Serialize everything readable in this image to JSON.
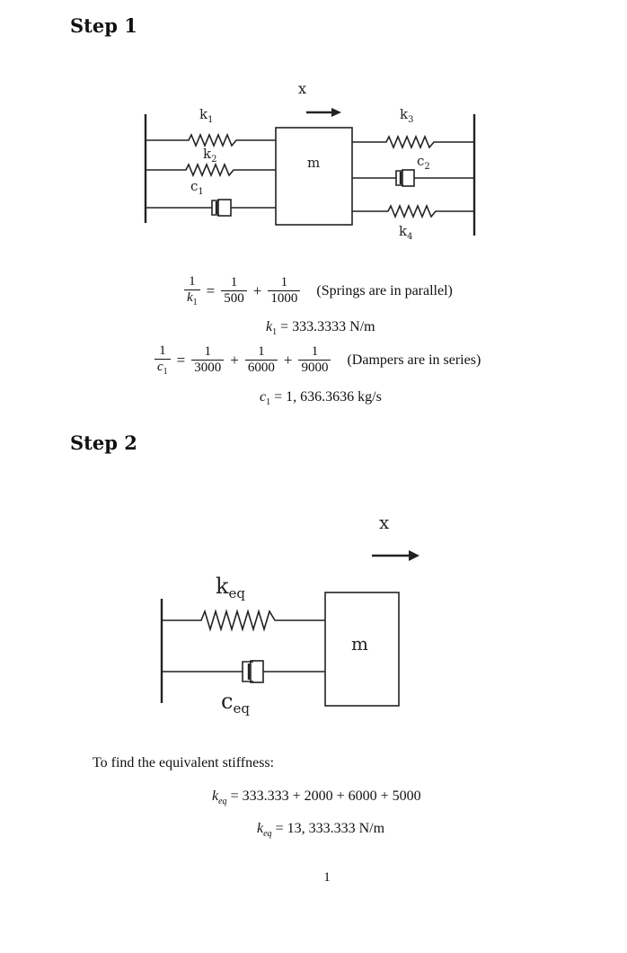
{
  "step1": {
    "heading": "Step 1",
    "diagram": {
      "displacement_label": "x",
      "mass_label": "m",
      "k1_label": "k",
      "k1_sub": "1",
      "k2_label": "k",
      "k2_sub": "2",
      "c1_label": "c",
      "c1_sub": "1",
      "k3_label": "k",
      "k3_sub": "3",
      "c2_label": "c",
      "c2_sub": "2",
      "k4_label": "k",
      "k4_sub": "4"
    },
    "eq_springs": {
      "lhs_num": "1",
      "lhs_den_var": "k",
      "lhs_den_sub": "1",
      "eq": "=",
      "t1_num": "1",
      "t1_den": "500",
      "plus": "+",
      "t2_num": "1",
      "t2_den": "1000",
      "note": "(Springs are in parallel)"
    },
    "k1_result": {
      "var": "k",
      "sub": "1",
      "rhs": "= 333.3333 N/m"
    },
    "eq_dampers": {
      "lhs_num": "1",
      "lhs_den_var": "c",
      "lhs_den_sub": "1",
      "eq": "=",
      "t1_num": "1",
      "t1_den": "3000",
      "plus1": "+",
      "t2_num": "1",
      "t2_den": "6000",
      "plus2": "+",
      "t3_num": "1",
      "t3_den": "9000",
      "note": "(Dampers are in series)"
    },
    "c1_result": {
      "var": "c",
      "sub": "1",
      "rhs": "= 1, 636.3636 kg/s"
    }
  },
  "step2": {
    "heading": "Step 2",
    "diagram": {
      "displacement_label": "x",
      "mass_label": "m",
      "keq_label": "k",
      "keq_sub": "eq",
      "ceq_label": "c",
      "ceq_sub": "eq"
    },
    "intro": "To find the equivalent stiffness:",
    "keq_sum": {
      "var": "k",
      "sub": "eq",
      "rhs": "= 333.333 + 2000 + 6000 + 5000"
    },
    "keq_result": {
      "var": "k",
      "sub": "eq",
      "rhs": "= 13, 333.333 N/m"
    }
  },
  "page_number": "1"
}
